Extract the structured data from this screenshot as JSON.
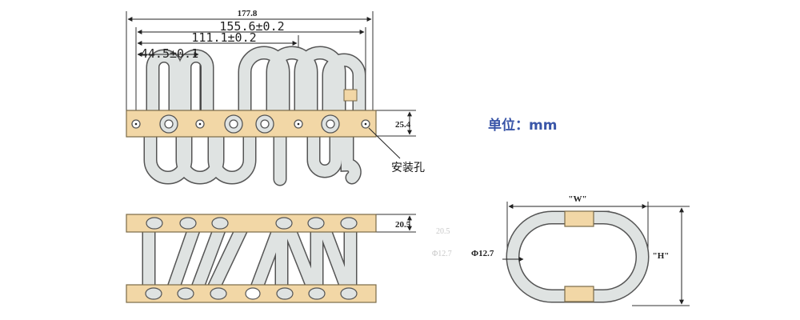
{
  "top_view": {
    "dims": {
      "overall": "177.8",
      "mid": "155.6±0.2",
      "inner": "111.1±0.2",
      "left": "44.5±0.1",
      "height": "25.4"
    },
    "callout": "安装孔"
  },
  "side_view": {
    "dims": {
      "height": "20.5"
    }
  },
  "unit_label": "单位：mm",
  "end_view": {
    "diameter": "Φ12.7",
    "width_label": "\"W\"",
    "height_label": "\"H\""
  },
  "colors": {
    "bar": "#f2d7a6",
    "bar_stroke": "#7a6a48",
    "coil": "#dfe3e2",
    "coil_stroke": "#555555",
    "accent": "#3a56a8"
  }
}
